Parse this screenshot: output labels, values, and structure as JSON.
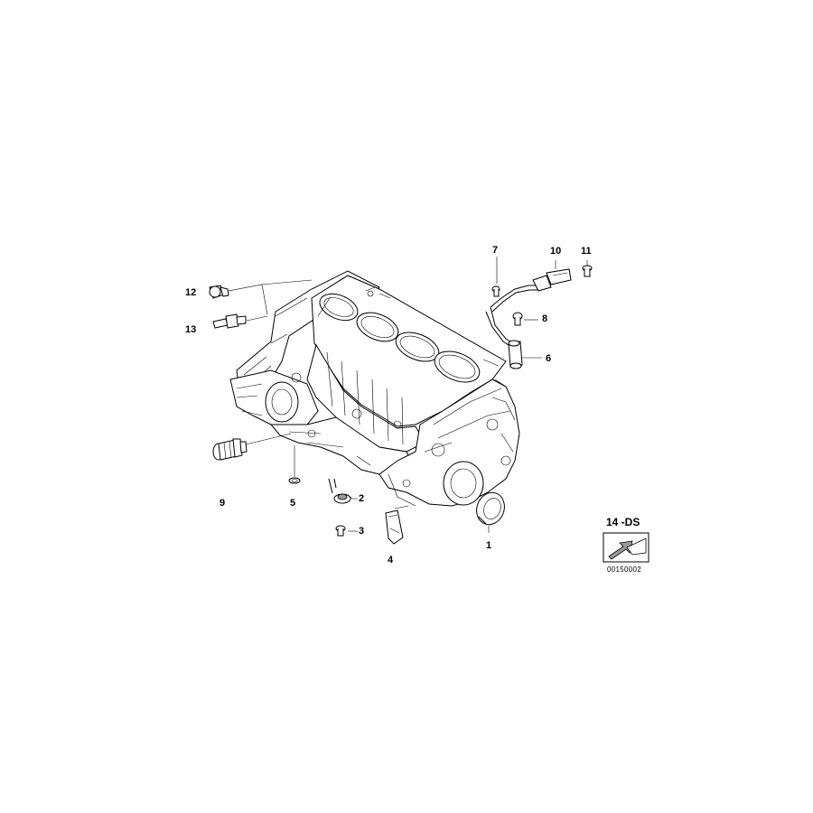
{
  "callouts": [
    {
      "id": "1",
      "label": "1"
    },
    {
      "id": "2",
      "label": "2"
    },
    {
      "id": "3",
      "label": "3"
    },
    {
      "id": "4",
      "label": "4"
    },
    {
      "id": "5",
      "label": "5"
    },
    {
      "id": "6",
      "label": "6"
    },
    {
      "id": "7",
      "label": "7"
    },
    {
      "id": "8",
      "label": "8"
    },
    {
      "id": "9",
      "label": "9"
    },
    {
      "id": "10",
      "label": "10"
    },
    {
      "id": "11",
      "label": "11"
    },
    {
      "id": "12",
      "label": "12"
    },
    {
      "id": "13",
      "label": "13"
    }
  ],
  "section_code": "14 -DS",
  "reference_number": "00150002",
  "colors": {
    "line": "#000000",
    "background": "#ffffff",
    "shade": "#9a9a9a"
  },
  "icons": {
    "direction_arrow": "arrow-icon"
  }
}
